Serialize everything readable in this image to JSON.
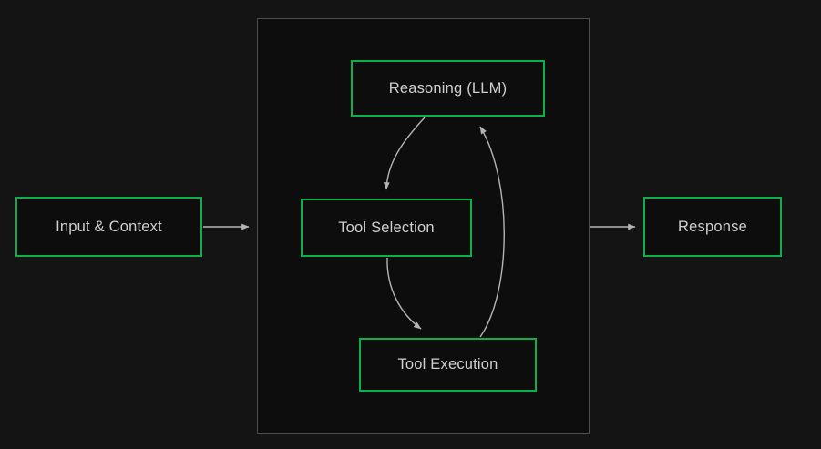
{
  "diagram": {
    "type": "flowchart",
    "direction": "left-to-right",
    "background_color": "#141414",
    "node_fill_color": "#0d0d0d",
    "node_border_color": "#0cb04a",
    "node_text_color": "#cfcfcf",
    "edge_color": "#b0b0b0",
    "container_border_color": "#4d4d4d",
    "nodes": [
      {
        "id": "input",
        "label": "Input & Context"
      },
      {
        "id": "reasoning",
        "label": "Reasoning (LLM)"
      },
      {
        "id": "selection",
        "label": "Tool Selection"
      },
      {
        "id": "execution",
        "label": "Tool Execution"
      },
      {
        "id": "response",
        "label": "Response"
      }
    ],
    "container": {
      "id": "agent-loop",
      "label": "",
      "members": [
        "reasoning",
        "selection",
        "execution"
      ]
    },
    "edges": [
      {
        "from": "input",
        "to": "agent-loop",
        "style": "straight",
        "arrowhead": true
      },
      {
        "from": "reasoning",
        "to": "selection",
        "style": "curved",
        "arrowhead": true
      },
      {
        "from": "selection",
        "to": "execution",
        "style": "curved",
        "arrowhead": true
      },
      {
        "from": "execution",
        "to": "reasoning",
        "style": "curved",
        "arrowhead": true
      },
      {
        "from": "agent-loop",
        "to": "response",
        "style": "straight",
        "arrowhead": true
      }
    ]
  }
}
